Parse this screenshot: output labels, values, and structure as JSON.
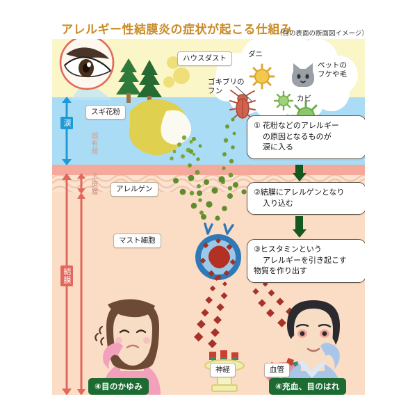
{
  "header": {
    "title": "アレルギー性結膜炎の症状が起こる仕組み",
    "subtitle": "（目の表面の断面図イメージ）",
    "title_color": "#c98b28"
  },
  "layers": {
    "sky_label": "",
    "tear_label": "涙",
    "epithelium_label": "上皮層",
    "lamina_label": "固有層",
    "conjunctiva_label": "結膜",
    "tear_color": "#aadcf5",
    "sky_color": "#fbf6c8",
    "epithelium_color": "#f5a99b",
    "lamina_color": "#fbdcc4",
    "tear_arrow_color": "#1f9ad6",
    "tissue_arrow_color": "#e0685c"
  },
  "allergen_sources": {
    "pollen_label": "スギ花粉",
    "house_dust_label": "ハウスダスト",
    "cloud_items": [
      {
        "label": "ダニ",
        "icon": "mite-icon"
      },
      {
        "label": "ペットの\nフケや毛",
        "icon": "cat-icon"
      },
      {
        "label": "ゴキブリの\nフン",
        "icon": "cockroach-icon"
      },
      {
        "label": "カビ",
        "icon": "mold-icon"
      }
    ],
    "mite_line1": "ダニ",
    "pet_line1": "ペットの",
    "pet_line2": "フケや毛",
    "roach_line1": "ゴキブリの",
    "roach_line2": "フン",
    "mold_line1": "カビ"
  },
  "tissue_labels": {
    "allergen": "アレルゲン",
    "mast_cell": "マスト細胞",
    "nerve": "神経",
    "blood_vessel": "血管"
  },
  "steps": [
    {
      "id": "step-1",
      "line1": "① 花粉などのアレルギー",
      "line2": "の原因となるものが",
      "line3": "涙に入る"
    },
    {
      "id": "step-2",
      "line1": "②結膜にアレルゲンとなり",
      "line2": "入り込む",
      "line3": ""
    },
    {
      "id": "step-3",
      "line1": "③ヒスタミンという",
      "line2": "アレルギーを引き起こす",
      "line3": "物質を作り出す"
    }
  ],
  "outcomes": [
    {
      "id": "outcome-itch",
      "label": "④目のかゆみ"
    },
    {
      "id": "outcome-redness",
      "label": "④充血、目のはれ"
    }
  ],
  "colors": {
    "banner_green": "#1c6b33",
    "arrow_green": "#14571f",
    "histamine": "#a6322a",
    "allergen_green": "#6d9c33",
    "mast_outer": "#2f79b8",
    "mast_inner": "#9cc8e8",
    "mast_nucleus": "#b23124"
  }
}
